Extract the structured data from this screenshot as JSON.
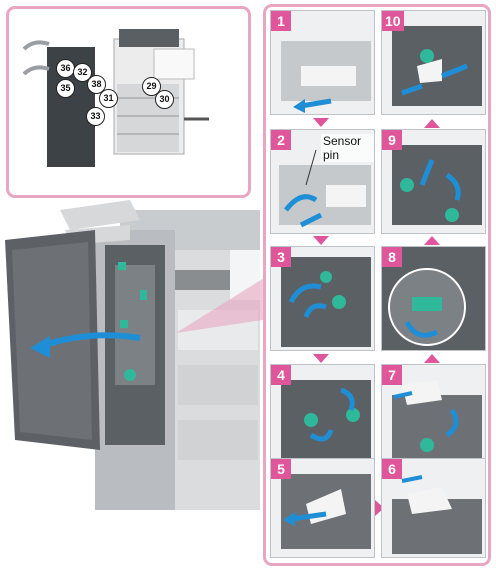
{
  "inset_callouts": [
    "36",
    "32",
    "35",
    "38",
    "31",
    "33",
    "29",
    "30"
  ],
  "steps": [
    {
      "num": "1"
    },
    {
      "num": "2",
      "label": "Sensor pin"
    },
    {
      "num": "3"
    },
    {
      "num": "4"
    },
    {
      "num": "5"
    },
    {
      "num": "6"
    },
    {
      "num": "7"
    },
    {
      "num": "8"
    },
    {
      "num": "9"
    },
    {
      "num": "10"
    }
  ],
  "colors": {
    "accent": "#e0569a",
    "frame": "#e8a6c2",
    "teal": "#2fb89a",
    "blue": "#1e8fd6"
  },
  "icons": [
    "arrow-icon",
    "finisher-icon",
    "copier-icon"
  ]
}
